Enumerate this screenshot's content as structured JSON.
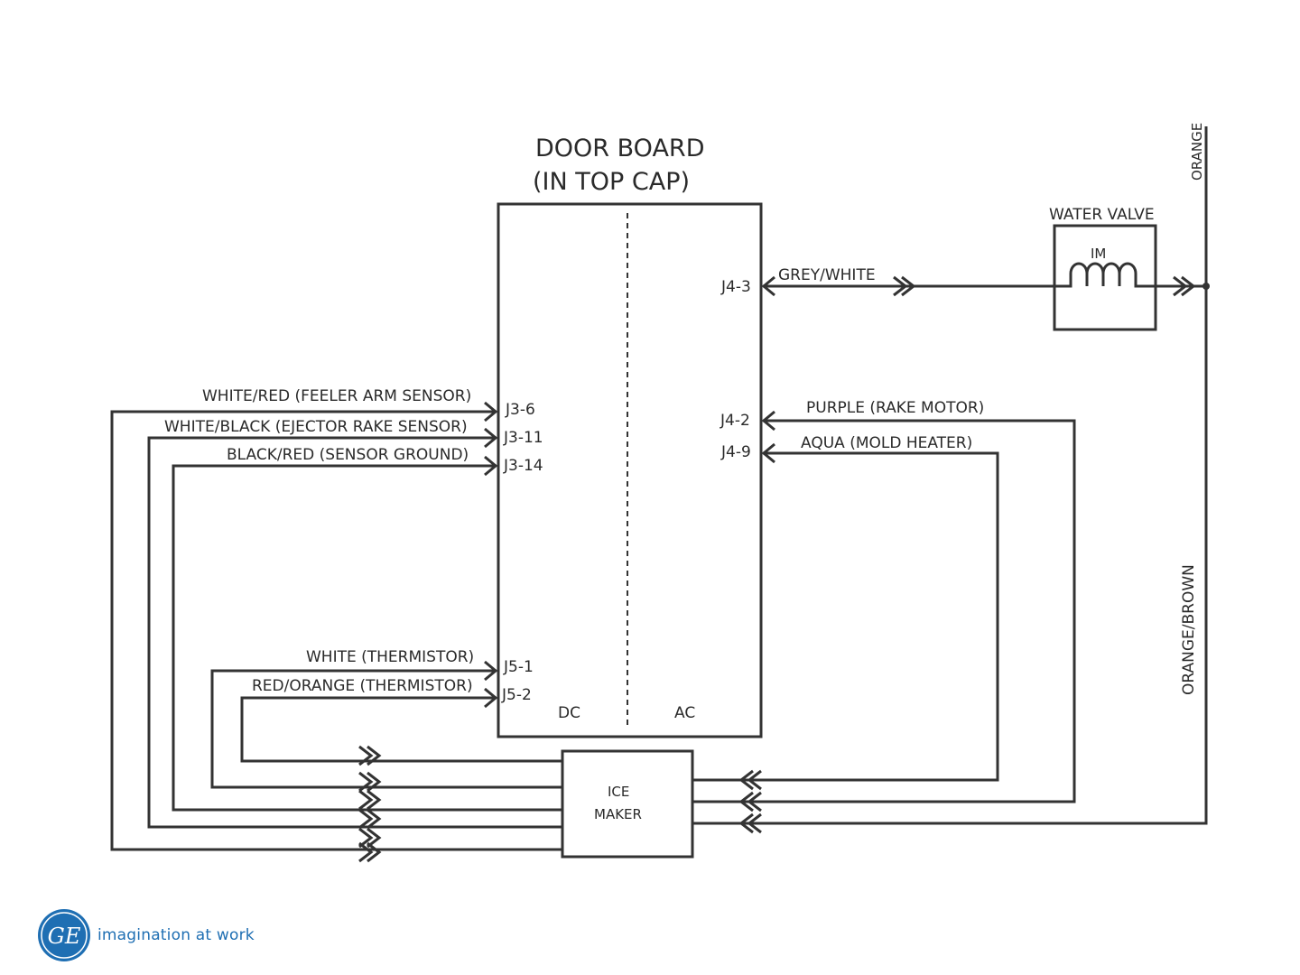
{
  "diagram": {
    "title_line1": "DOOR BOARD",
    "title_line2": "(IN TOP CAP)",
    "dc_label": "DC",
    "ac_label": "AC",
    "ice_maker_line1": "ICE",
    "ice_maker_line2": "MAKER",
    "water_valve": "WATER VALVE",
    "valve_coil": "IM",
    "pins": {
      "j3_6": "J3-6",
      "j3_11": "J3-11",
      "j3_14": "J3-14",
      "j5_1": "J5-1",
      "j5_2": "J5-2",
      "j4_3": "J4-3",
      "j4_2": "J4-2",
      "j4_9": "J4-9"
    },
    "wires": {
      "white_red": "WHITE/RED (FEELER ARM SENSOR)",
      "white_black": "WHITE/BLACK (EJECTOR RAKE SENSOR)",
      "black_red": "BLACK/RED (SENSOR GROUND)",
      "white_therm": "WHITE (THERMISTOR)",
      "red_orange_therm": "RED/ORANGE (THERMISTOR)",
      "grey_white": "GREY/WHITE",
      "purple": "PURPLE (RAKE MOTOR)",
      "aqua": "AQUA (MOLD HEATER)",
      "orange": "ORANGE",
      "orange_brown": "ORANGE/BROWN"
    }
  },
  "footer": {
    "logo_text": "GE",
    "tagline": "imagination at work",
    "brand_color": "#1f6fb3"
  }
}
